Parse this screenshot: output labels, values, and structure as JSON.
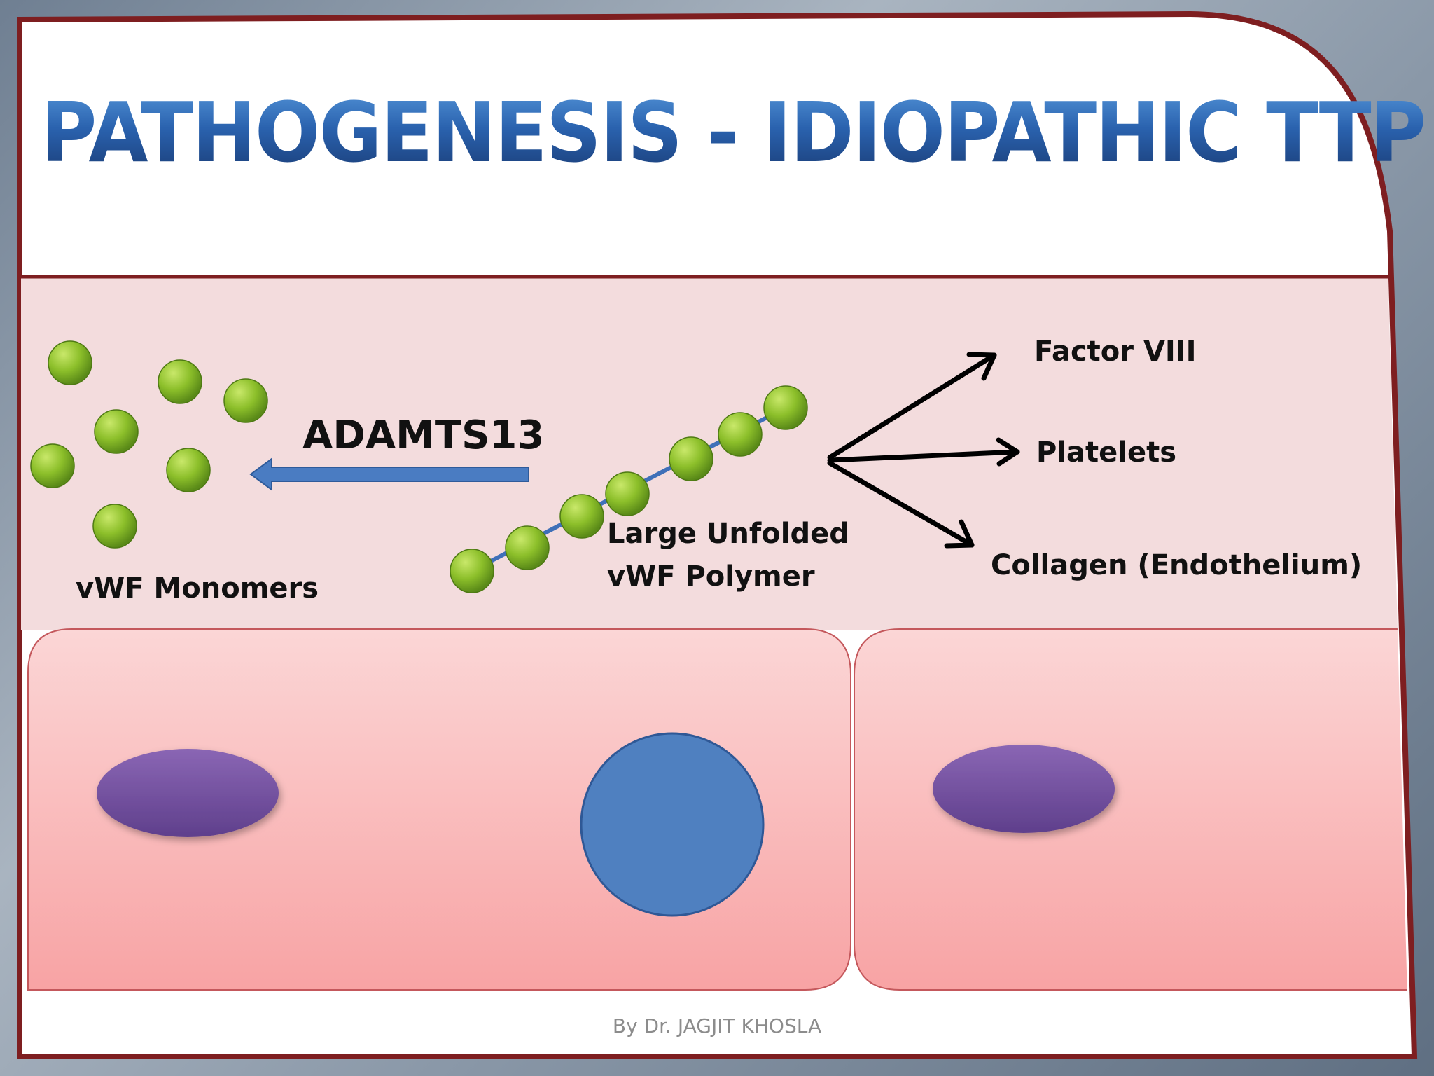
{
  "title": "PATHOGENESIS - IDIOPATHIC TTP",
  "labels": {
    "enzyme": "ADAMTS13",
    "monomers": "vWF Monomers",
    "polymer_line1": "Large Unfolded",
    "polymer_line2": "vWF Polymer",
    "target_factor": "Factor VIII",
    "target_platelets": "Platelets",
    "target_collagen": "Collagen (Endothelium)"
  },
  "credit": "By Dr. JAGJIT KHOSLA",
  "colors": {
    "title_blue": "#2a62ae",
    "border_red": "#7e1e20",
    "plasma_pink": "#f3dcdd",
    "cell_pink": "#f8a7a8",
    "bead_green": "#8cbf2a",
    "arrow_blue": "#4a7cc2",
    "nucleus_purple": "#7a58a6",
    "rbc_blue": "#4f80c0"
  },
  "icons": {
    "enzyme_arrow": "arrow-left-icon",
    "target_arrows": "arrow-right-icon"
  }
}
